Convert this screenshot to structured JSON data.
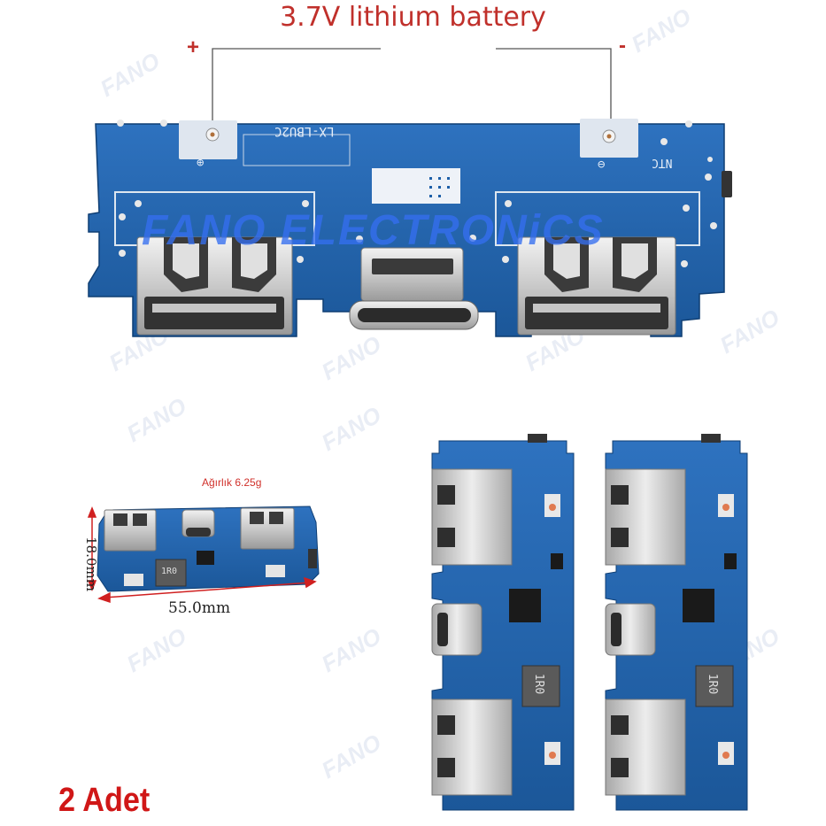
{
  "title": "3.7V lithium battery",
  "terminals": {
    "positive": "+",
    "negative": "-"
  },
  "watermark": "FANO ELECTRONiCS",
  "board_silkscreen": {
    "model": "LX-LBU2C",
    "ntc": "NTC",
    "plus_symbol": "⊕",
    "minus_symbol": "⊖"
  },
  "small_photo": {
    "weight_label": "Ağırlık 6.25g",
    "height_dim": "18.0mm",
    "width_dim": "55.0mm",
    "inductor": "1R0"
  },
  "vertical_boards": {
    "inductor": "1R0"
  },
  "quantity_label": "2 Adet",
  "colors": {
    "pcb_blue": "#1d5fa8",
    "title_red": "#c0302b",
    "quantity_red": "#d01717"
  }
}
